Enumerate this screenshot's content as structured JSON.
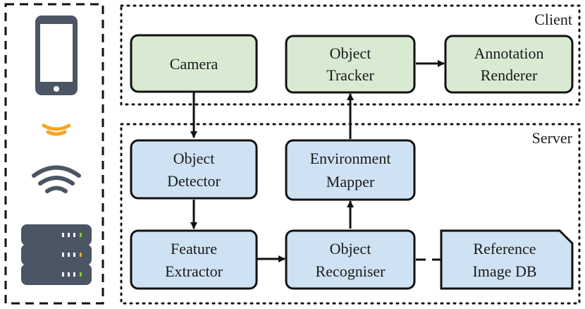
{
  "regions": {
    "client": {
      "label": "Client"
    },
    "server": {
      "label": "Server"
    }
  },
  "nodes": {
    "camera": {
      "line1": "Camera",
      "line2": ""
    },
    "object_tracker": {
      "line1": "Object",
      "line2": "Tracker"
    },
    "annotation_renderer": {
      "line1": "Annotation",
      "line2": "Renderer"
    },
    "object_detector": {
      "line1": "Object",
      "line2": "Detector"
    },
    "environment_mapper": {
      "line1": "Environment",
      "line2": "Mapper"
    },
    "feature_extractor": {
      "line1": "Feature",
      "line2": "Extractor"
    },
    "object_recogniser": {
      "line1": "Object",
      "line2": "Recogniser"
    },
    "reference_image_db": {
      "line1": "Reference",
      "line2": "Image DB"
    }
  },
  "legend": {
    "icons": [
      "smartphone-icon",
      "wireless-signal-icon",
      "wifi-icon",
      "server-rack-icon"
    ]
  },
  "colors": {
    "client_fill": "#d9ead3",
    "server_fill": "#cfe2f3",
    "stroke": "#111111",
    "device_gray": "#4b5563",
    "signal_orange": "#f5a623",
    "led_green": "#7ed321",
    "led_orange": "#f5a623"
  }
}
